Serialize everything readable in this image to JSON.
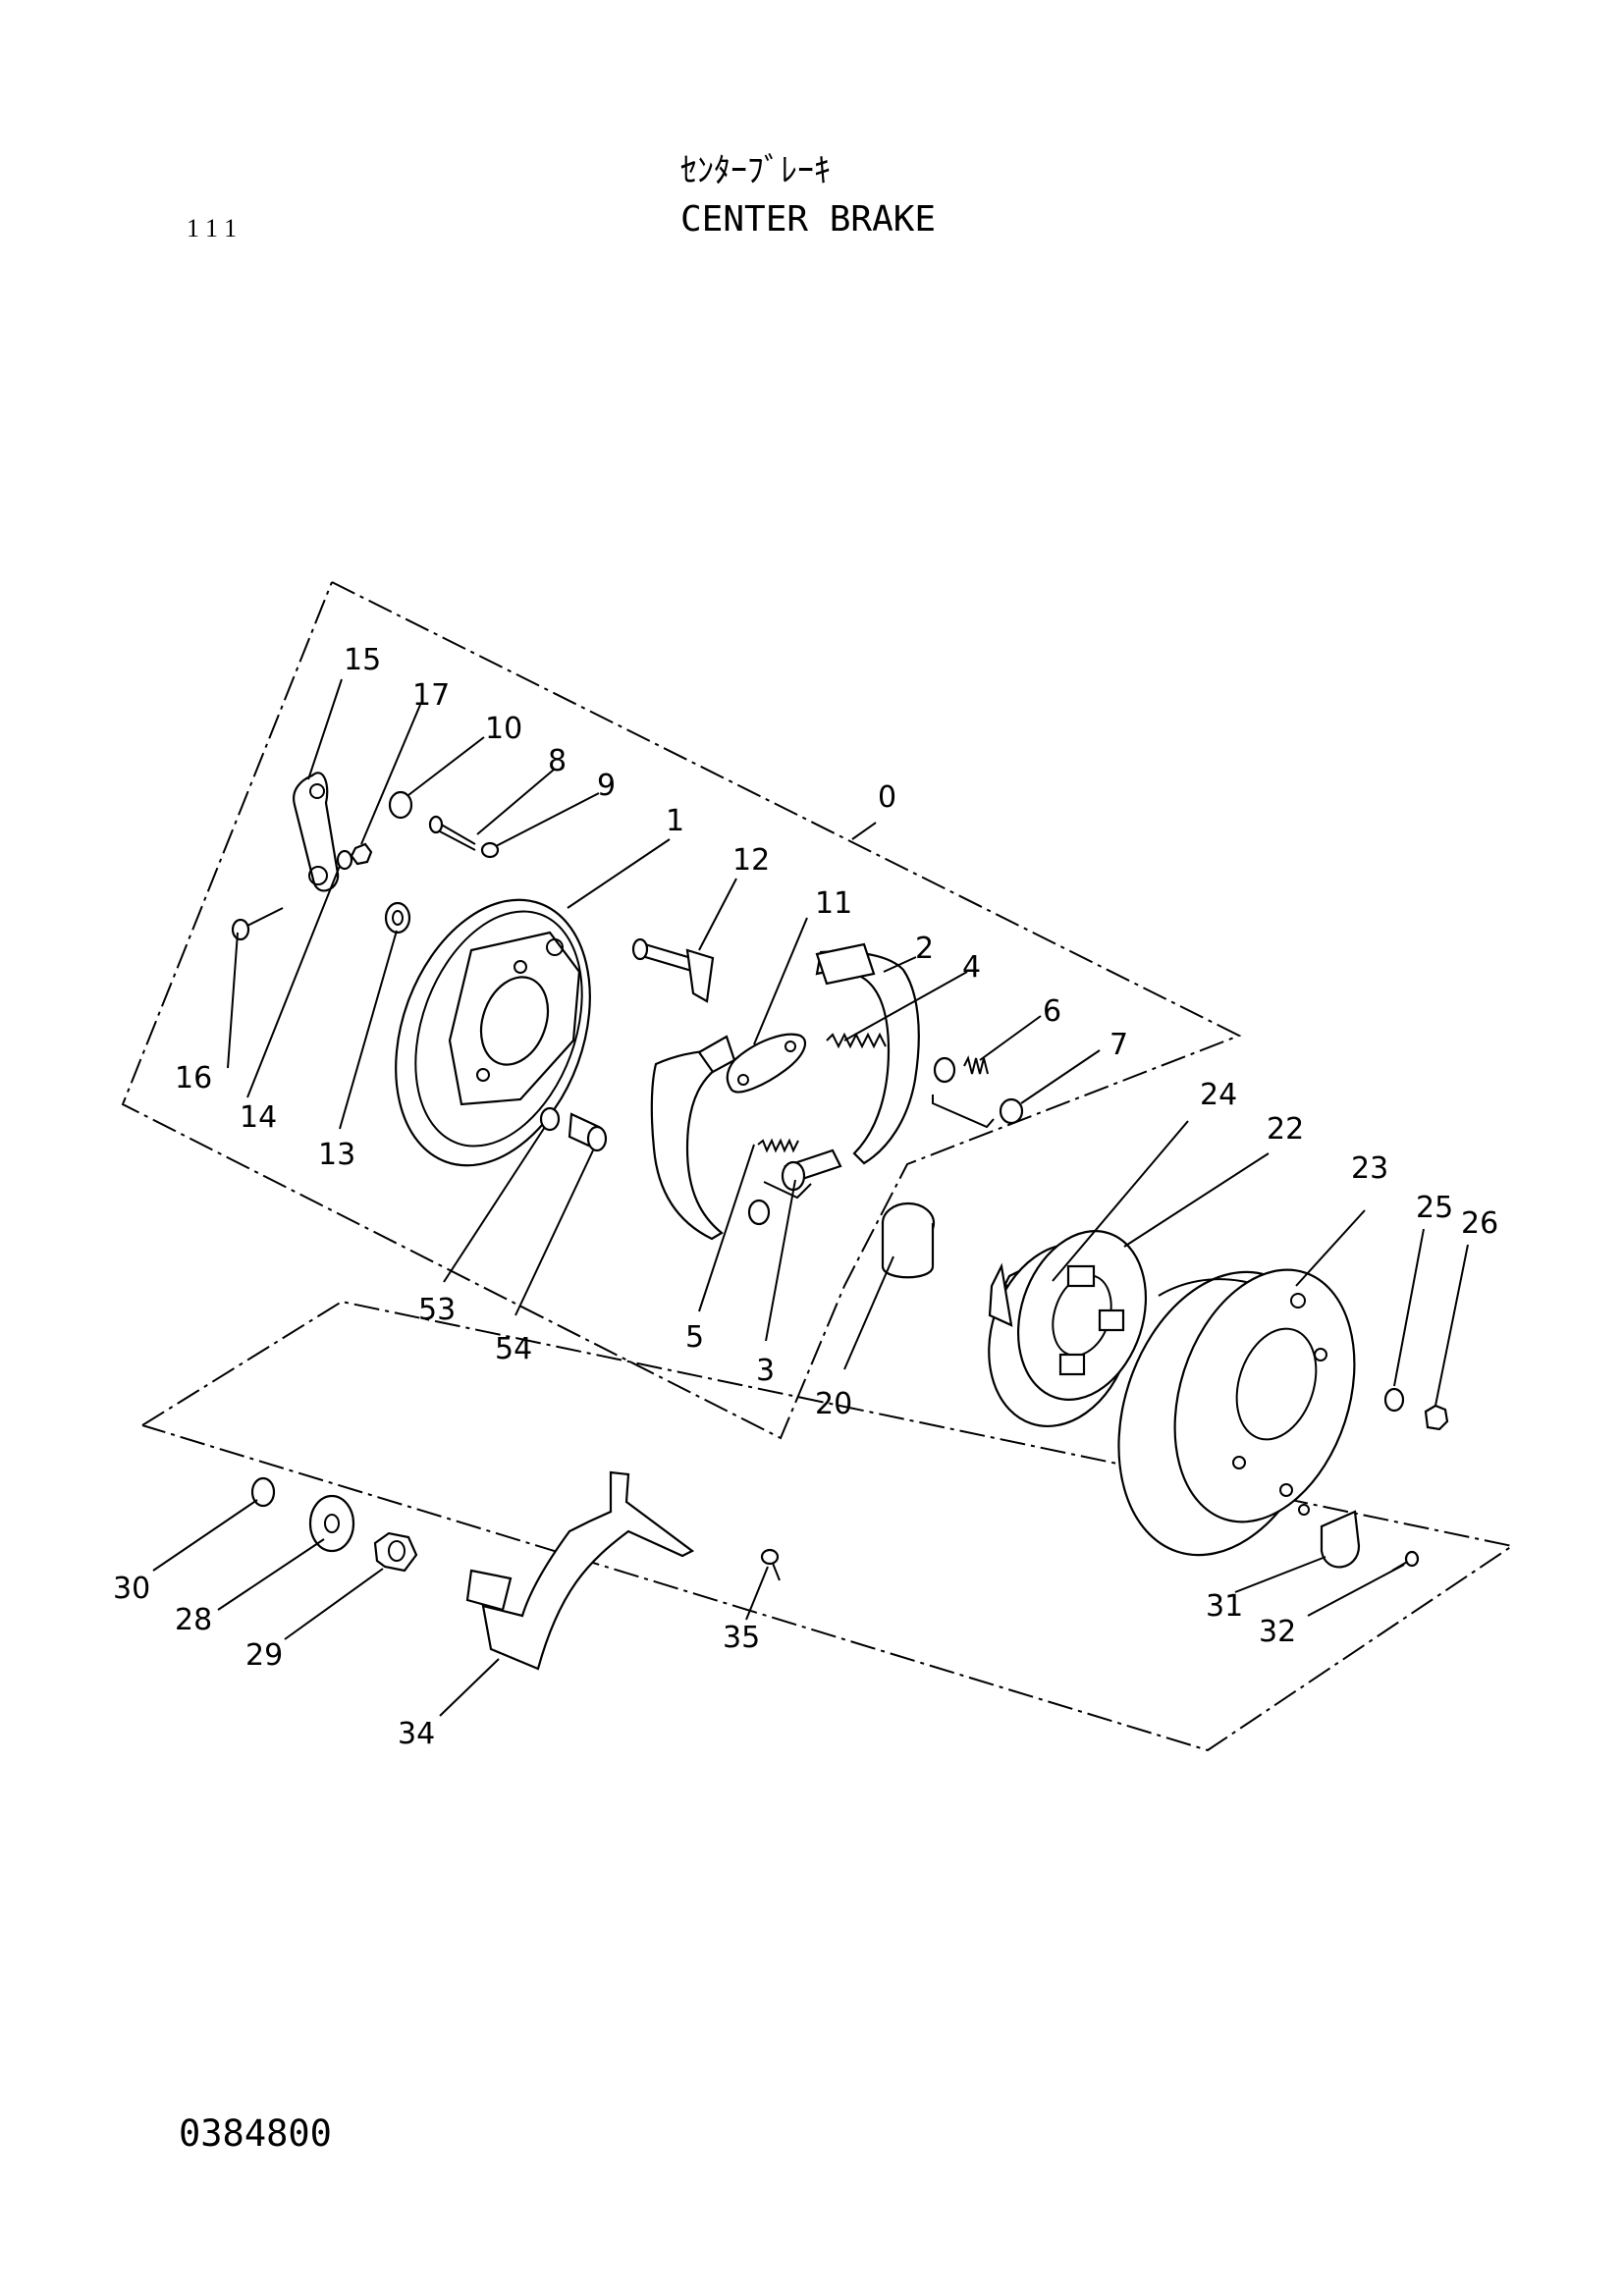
{
  "header": {
    "page_number": "111",
    "title_jp": "ｾﾝﾀｰﾌﾞﾚｰｷ",
    "title_en": "CENTER BRAKE"
  },
  "footer": {
    "drawing_number": "0384800"
  },
  "callouts": {
    "p0": "0",
    "p1": "1",
    "p2": "2",
    "p3": "3",
    "p4": "4",
    "p5": "5",
    "p6": "6",
    "p7": "7",
    "p8": "8",
    "p9": "9",
    "p10": "10",
    "p11": "11",
    "p12": "12",
    "p13": "13",
    "p14": "14",
    "p15": "15",
    "p16": "16",
    "p17": "17",
    "p20": "20",
    "p22": "22",
    "p23": "23",
    "p24": "24",
    "p25": "25",
    "p26": "26",
    "p28": "28",
    "p29": "29",
    "p30": "30",
    "p31": "31",
    "p32": "32",
    "p34": "34",
    "p35": "35",
    "p53": "53",
    "p54": "54"
  }
}
